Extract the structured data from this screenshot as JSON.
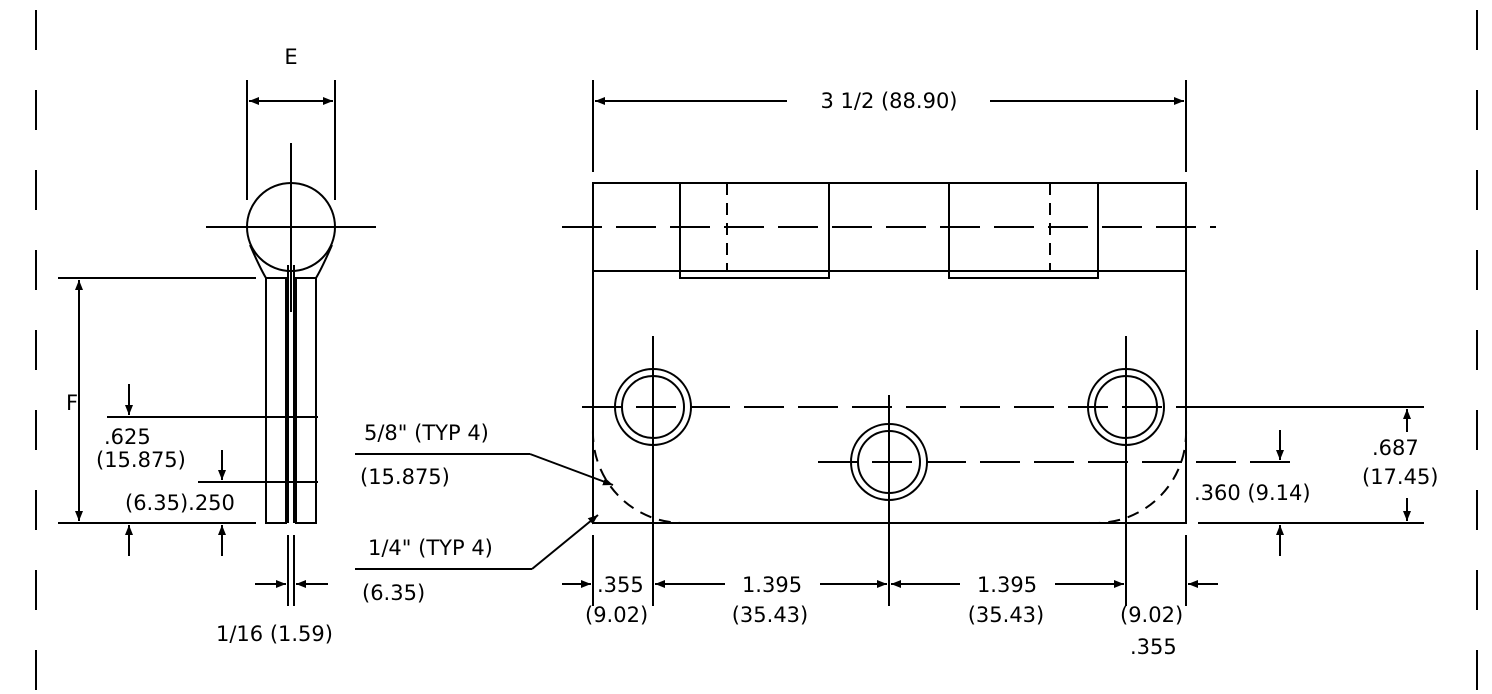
{
  "side_view": {
    "e_label": "E",
    "f_label": "F",
    "dim_625": ".625",
    "dim_625_mm": "(15.875)",
    "dim_635_250": "(6.35).250",
    "dim_thickness": "1/16 (1.59)"
  },
  "front_view": {
    "overall_width": "3 1/2 (88.90)",
    "radius_label": "5/8\" (TYP 4)",
    "radius_mm": "(15.875)",
    "chamfer_label": "1/4\" (TYP 4)",
    "chamfer_mm": "(6.35)",
    "dim_355_left": ".355",
    "dim_902_left": "(9.02)",
    "dim_1395_a": "1.395",
    "dim_3543_a": "(35.43)",
    "dim_1395_b": "1.395",
    "dim_3543_b": "(35.43)",
    "dim_902_right": "(9.02)",
    "dim_355_right": ".355",
    "dim_360": ".360 (9.14)",
    "dim_687": ".687",
    "dim_1745": "(17.45)"
  }
}
